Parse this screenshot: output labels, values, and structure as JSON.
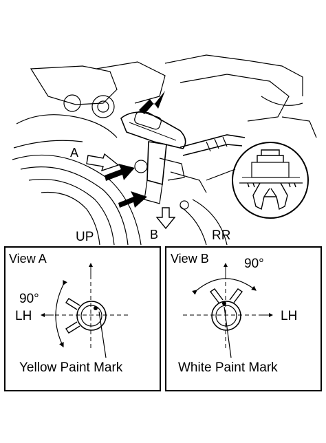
{
  "top_view": {
    "label_a": "A",
    "label_b": "B",
    "label_up": "UP",
    "label_rr": "RR"
  },
  "view_a": {
    "title": "View A",
    "angle": "90°",
    "direction": "LH",
    "callout": "Yellow Paint Mark"
  },
  "view_b": {
    "title": "View B",
    "angle": "90°",
    "direction": "LH",
    "callout": "White Paint Mark"
  },
  "colors": {
    "ink": "#000000",
    "background": "#ffffff"
  }
}
